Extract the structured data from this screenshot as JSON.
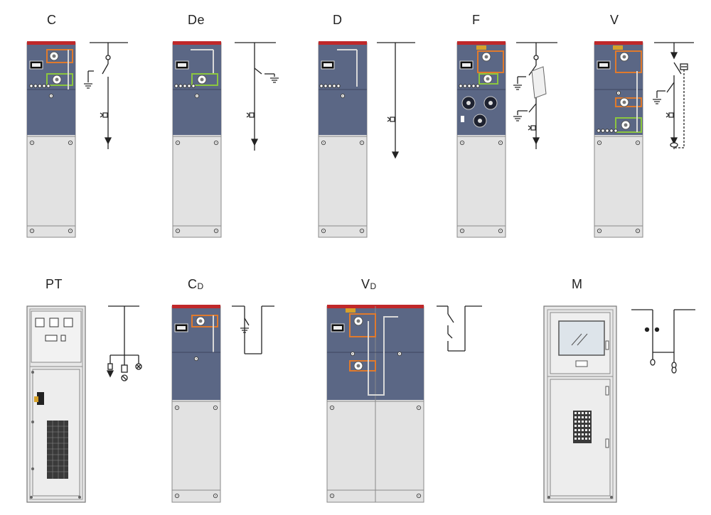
{
  "labels": {
    "c": "C",
    "de": "De",
    "d": "D",
    "f": "F",
    "v": "V",
    "pt": "PT",
    "cd_main": "C",
    "cd_sub": "D",
    "vd_main": "V",
    "vd_sub": "D",
    "m": "M"
  },
  "colors": {
    "panel_top": "#c0282a",
    "panel_dark": "#5b6785",
    "panel_light": "#e2e2e2",
    "panel_frame": "#9aa0a8",
    "orange_box": "#e07a2c",
    "green_box": "#8cc63f",
    "line": "#222222"
  },
  "panel_meter_text": "888"
}
